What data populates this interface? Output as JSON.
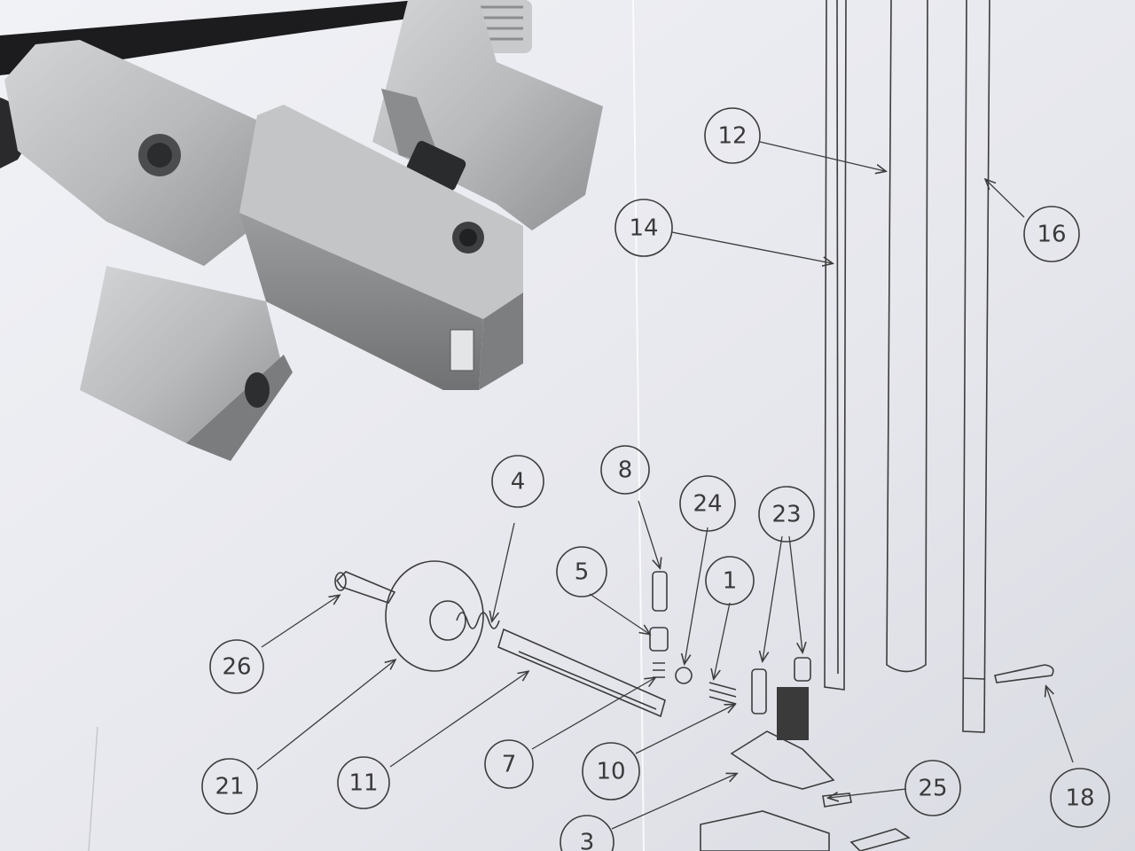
{
  "photo": {
    "paper_color": "#e7e8ee",
    "ink_color": "#3c3c3c",
    "metal_color": "#b9bbbd"
  },
  "callouts": {
    "c1": "1",
    "c3": "3",
    "c4": "4",
    "c5": "5",
    "c7": "7",
    "c8": "8",
    "c10": "10",
    "c11": "11",
    "c12": "12",
    "c14": "14",
    "c16": "16",
    "c18": "18",
    "c21": "21",
    "c23": "23",
    "c24": "24",
    "c25": "25",
    "c26": "26"
  }
}
